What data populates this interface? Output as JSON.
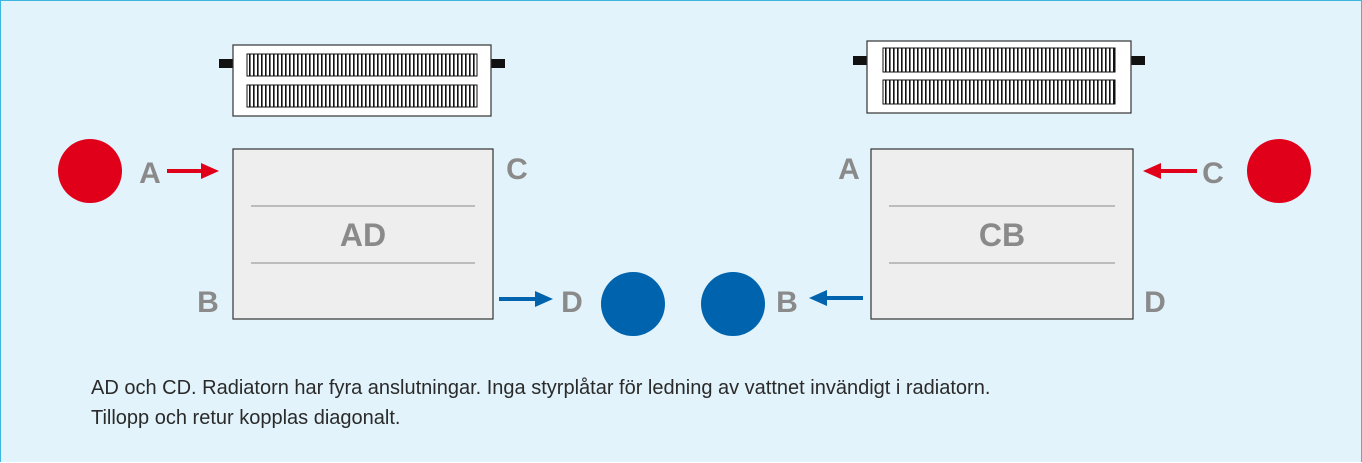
{
  "colors": {
    "background": "#e2f3fb",
    "border": "#3fb6df",
    "supply": "#e1001a",
    "return": "#0063ad",
    "label": "#8a8a8a",
    "text": "#2a2a2a"
  },
  "left_radiator": {
    "name": "AD",
    "corners": {
      "top_left": "A",
      "top_right": "C",
      "bottom_left": "B",
      "bottom_right": "D"
    }
  },
  "right_radiator": {
    "name": "CB",
    "corners": {
      "top_left": "A",
      "top_right": "C",
      "bottom_left": "B",
      "bottom_right": "D"
    }
  },
  "caption": {
    "line1": "AD och CD. Radiatorn har fyra anslutningar. Inga styrplåtar för ledning av vattnet invändigt i radiatorn.",
    "line2": "Tillopp och retur kopplas diagonalt."
  }
}
